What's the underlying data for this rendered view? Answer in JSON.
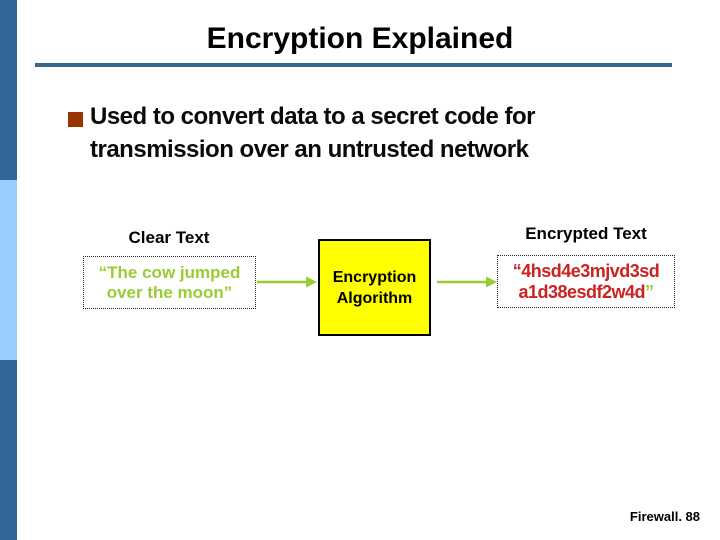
{
  "slide": {
    "title": "Encryption Explained",
    "footer": "Firewall. 88"
  },
  "bullet": {
    "lines": [
      "Used to convert data to a secret code for",
      "transmission over an untrusted network"
    ]
  },
  "diagram": {
    "clear_text": {
      "label": "Clear Text",
      "lines": [
        "“The cow jumped",
        "over the moon”"
      ]
    },
    "algorithm": {
      "lines": [
        "Encryption",
        "Algorithm"
      ]
    },
    "encrypted": {
      "label": "Encrypted Text",
      "line1": "“4hsd4e3mjvd3sd",
      "line2_cipher": "a1d38esdf2w4d",
      "line2_close_quote": "”"
    }
  },
  "colors": {
    "accent_blue": "#336699",
    "light_blue": "#99ccff",
    "title_rule_blue": "#3a6787",
    "bullet_rust": "#993300",
    "clear_text_green": "#99cc33",
    "cipher_red": "#cc2222",
    "algorithm_yellow": "#ffff00",
    "text_black": "#000000"
  }
}
